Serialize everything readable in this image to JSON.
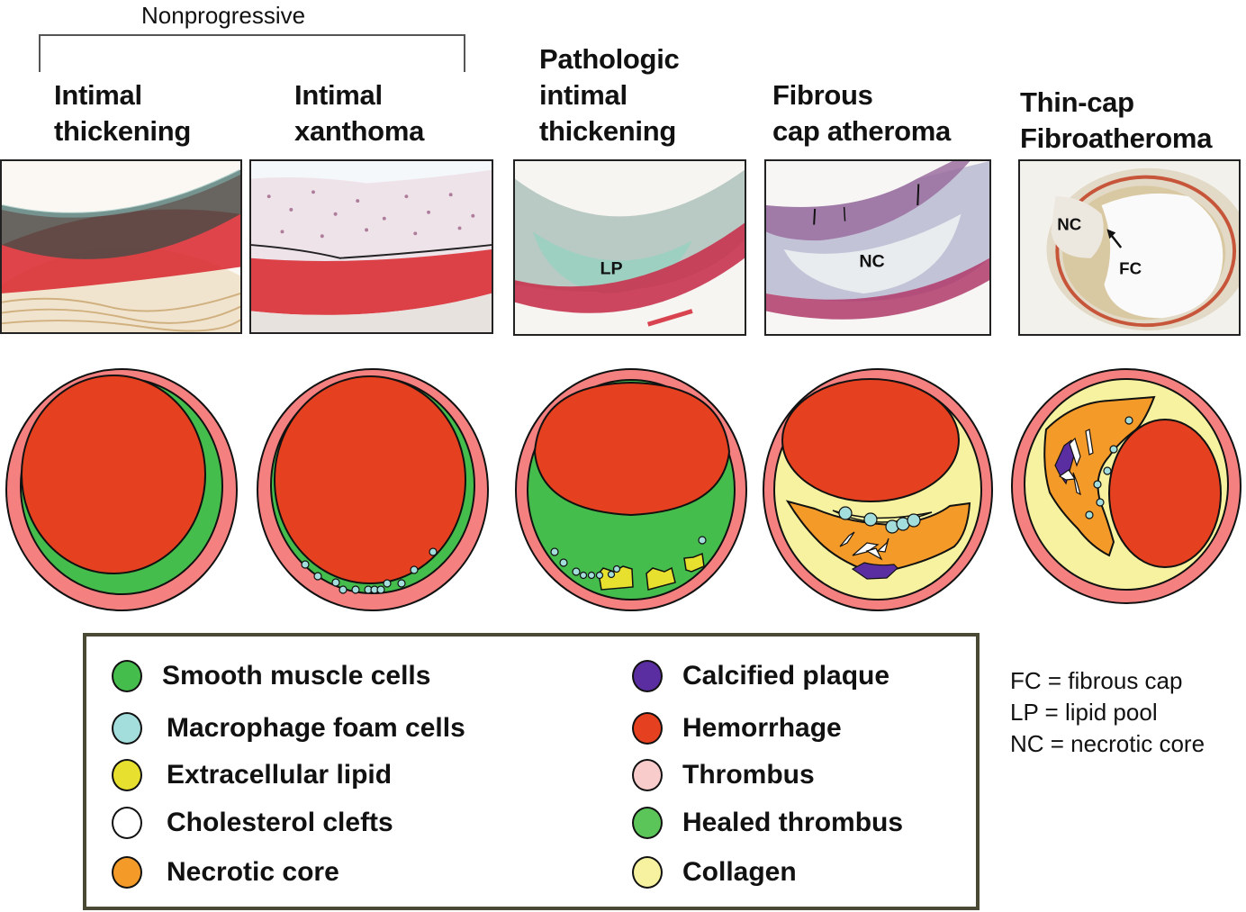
{
  "header": {
    "group_label": "Nonprogressive",
    "group_covers": [
      "Intimal thickening",
      "Intimal xanthoma"
    ]
  },
  "stages": [
    {
      "title": "Intimal\nthickening",
      "histology_labels": [],
      "diagram_components": [
        "Thrombus (outer wall)",
        "Smooth muscle cells",
        "Hemorrhage (lumen)"
      ]
    },
    {
      "title": "Intimal\nxanthoma",
      "histology_labels": [],
      "diagram_components": [
        "Thrombus (outer wall)",
        "Smooth muscle cells",
        "Macrophage foam cells",
        "Hemorrhage (lumen)"
      ]
    },
    {
      "title": "Pathologic\nintimal\nthickening",
      "histology_labels": [
        "LP"
      ],
      "diagram_components": [
        "Thrombus (outer wall)",
        "Smooth muscle cells",
        "Macrophage foam cells",
        "Extracellular lipid",
        "Hemorrhage (lumen)"
      ]
    },
    {
      "title": "Fibrous\ncap atheroma",
      "histology_labels": [
        "NC"
      ],
      "diagram_components": [
        "Thrombus (outer wall)",
        "Collagen",
        "Necrotic core",
        "Cholesterol clefts",
        "Macrophage foam cells",
        "Calcified plaque",
        "Hemorrhage (lumen)"
      ]
    },
    {
      "title": "Thin-cap\nFibroatheroma",
      "histology_labels": [
        "NC",
        "FC"
      ],
      "histology_annotation": "arrow-icon",
      "diagram_components": [
        "Thrombus (outer wall)",
        "Collagen",
        "Necrotic core",
        "Cholesterol clefts",
        "Macrophage foam cells",
        "Calcified plaque",
        "Hemorrhage (lumen)"
      ]
    }
  ],
  "legend": {
    "left": [
      {
        "label": "Smooth muscle cells",
        "color": "#45bd4c"
      },
      {
        "label": "Macrophage foam cells",
        "color": "#a3dedd"
      },
      {
        "label": "Extracellular lipid",
        "color": "#e8e02e"
      },
      {
        "label": "Cholesterol clefts",
        "color": "#ffffff"
      },
      {
        "label": "Necrotic core",
        "color": "#f39a29"
      }
    ],
    "right": [
      {
        "label": "Calcified plaque",
        "color": "#5a2ea0"
      },
      {
        "label": "Hemorrhage",
        "color": "#e5401f"
      },
      {
        "label": "Thrombus",
        "color": "#f9cccc"
      },
      {
        "label": "Healed thrombus",
        "color": "#5cc55a"
      },
      {
        "label": "Collagen",
        "color": "#f6f2a0"
      }
    ]
  },
  "abbreviations": [
    "FC = fibrous cap",
    "LP = lipid pool",
    "NC = necrotic core"
  ],
  "colors": {
    "vessel_wall": "#f58080",
    "smooth_muscle": "#45bd4c",
    "lumen": "#e5401f",
    "foam_cell": "#a3dedd",
    "lipid": "#e8e02e",
    "necrotic_core": "#f39a29",
    "collagen": "#f6f2a0",
    "calcified": "#5a2ea0",
    "cleft": "#ffffff",
    "outline": "#111111",
    "legend_border": "#4a4a34"
  }
}
